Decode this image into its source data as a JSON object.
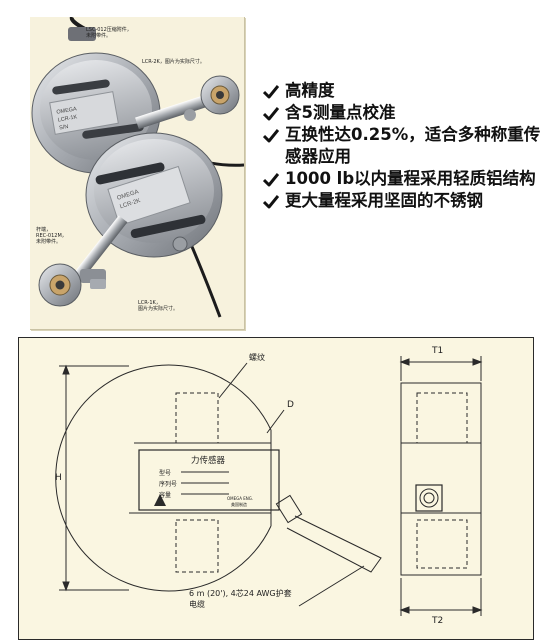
{
  "photo": {
    "callouts": {
      "top": "LSC-012压缩附件，\n 未附带件。",
      "lcr2k": "LCR-2K，图片为实际尺寸。",
      "left": "杆端，\nREC-012M，\n未附带件。",
      "lcr1k": "LCR-1K，\n图片为实际尺寸。"
    },
    "plate1_lines": [
      "OMEGA",
      "LCR-1K",
      "S/N"
    ],
    "plate2_lines": [
      "OMEGA",
      "LCR-2K"
    ]
  },
  "features": [
    "高精度",
    "含5测量点校准",
    "互换性达0.25%，适合多种称重传感器应用",
    "1000 lb以内量程采用轻质铝结构",
    "更大量程采用坚固的不锈钢"
  ],
  "drawing": {
    "thread_label": "螺纹",
    "d_label": "D",
    "h_label": "H",
    "t1_label": "T1",
    "t2_label": "T2",
    "plate_title": "力传感器",
    "plate_fields": [
      "型号",
      "序列号",
      "容量"
    ],
    "brand_line1": "OMEGA ENG.",
    "brand_line2": "美国制造",
    "cable_note_line1": "6 m (20'), 4芯24 AWG护套",
    "cable_note_line2": "电缆"
  },
  "colors": {
    "panel_bg": "#faf6e1",
    "photo_bg": "#f7f2dd",
    "metal": "#b9bcc0",
    "rubber": "#1c1c1c"
  }
}
